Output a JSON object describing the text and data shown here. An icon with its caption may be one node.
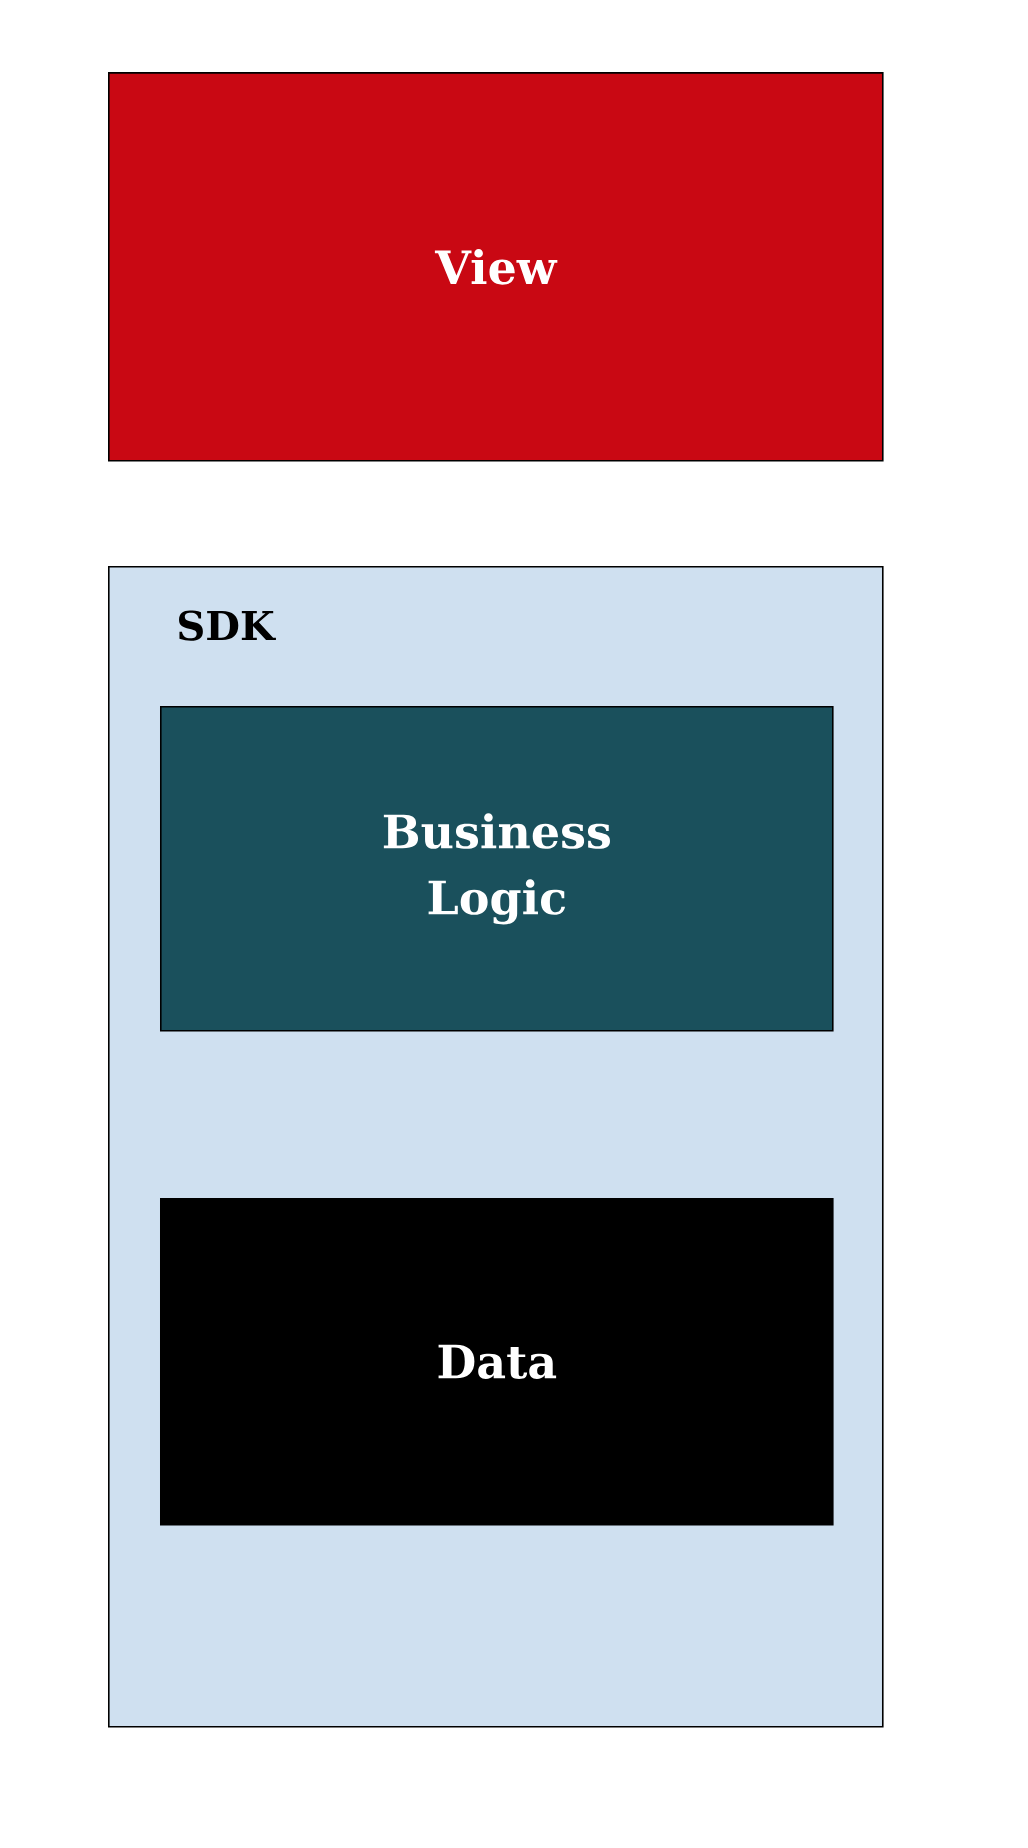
{
  "diagram": {
    "nodes": [
      {
        "text": [
          "View"
        ]
      },
      {
        "text": [
          "SDK"
        ]
      },
      {
        "text": [
          "Business Logic"
        ],
        "in": 1
      },
      {
        "text": [
          "Data"
        ],
        "in": 1
      }
    ]
  }
}
